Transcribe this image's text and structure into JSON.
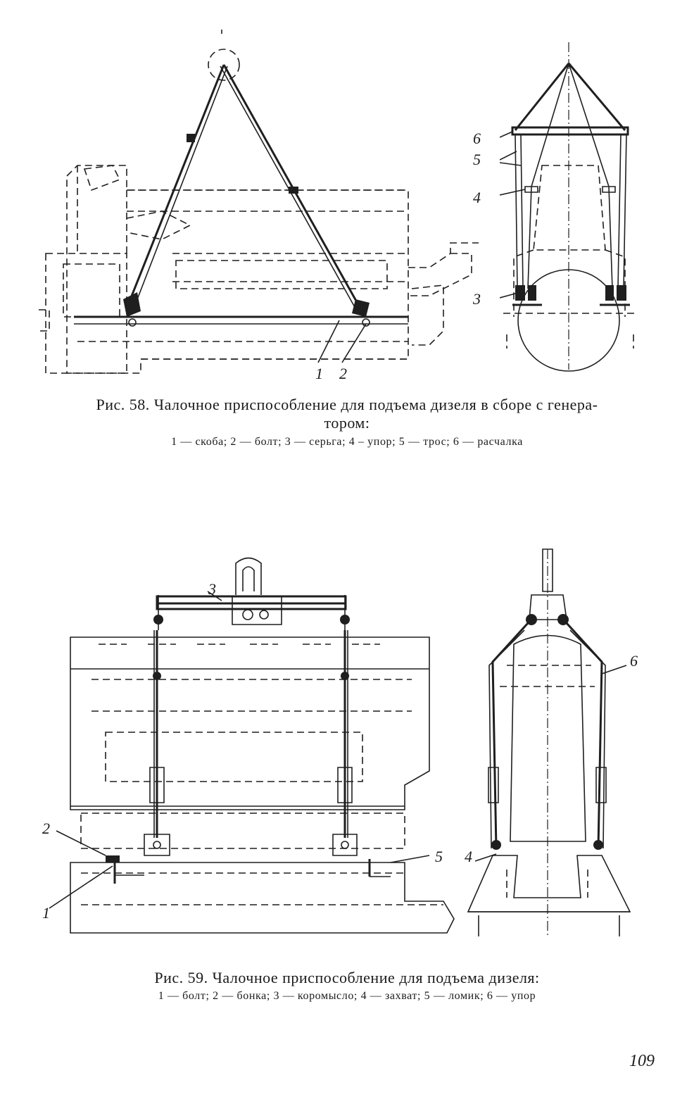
{
  "figure58": {
    "callouts": [
      "1",
      "2",
      "3",
      "4",
      "5",
      "6"
    ],
    "caption_line1": "Рис. 58. Чалочное приспособление для подъема  дизеля в сборе с генера-",
    "caption_line2": "тором:",
    "legend": "1 — скоба;  2 — болт;  3 — серьга;  4 –  упор;  5 — трос;  6 — расчалка"
  },
  "figure59": {
    "callouts": [
      "1",
      "2",
      "3",
      "4",
      "5",
      "6"
    ],
    "caption": "Рис. 59. Чалочное приспособление для подъема дизеля:",
    "legend": "1 — болт;  2 — бонка;  3 — коромысло;  4 — захват;  5 — ломик;  6 — упор"
  },
  "page_number": "109"
}
